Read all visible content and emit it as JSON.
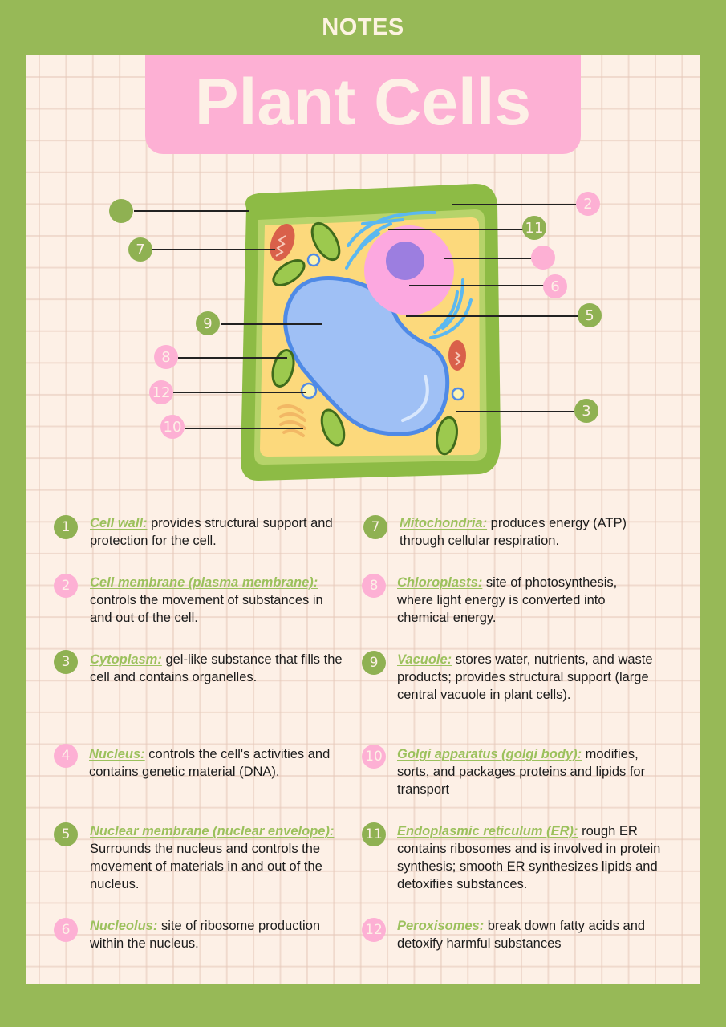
{
  "header": {
    "title": "NOTES"
  },
  "page": {
    "title": "Plant Cells"
  },
  "colors": {
    "background_green": "#97b957",
    "paper": "#fdf0e6",
    "pink": "#fdb0d4",
    "badge_green": "#8fb152",
    "term_green": "#9cc15d",
    "cell_wall": "#8dbb45",
    "cytoplasm": "#fcd97c",
    "vacuole": "#9fc0f5",
    "nucleus": "#fca8e0",
    "nucleolus": "#9c7ee0",
    "er": "#5bb8f0",
    "mitochondria": "#d9604a",
    "chloroplast": "#9cc94e"
  },
  "diagram": {
    "labels": [
      {
        "number": "",
        "color": "green",
        "target": "cell wall"
      },
      {
        "number": "2",
        "color": "pink",
        "target": "cell membrane"
      },
      {
        "number": "11",
        "color": "green",
        "target": "endoplasmic reticulum"
      },
      {
        "number": "",
        "color": "pink",
        "target": "nucleus"
      },
      {
        "number": "6",
        "color": "pink",
        "target": "nucleolus"
      },
      {
        "number": "5",
        "color": "green",
        "target": "nuclear membrane"
      },
      {
        "number": "7",
        "color": "green",
        "target": "mitochondria"
      },
      {
        "number": "9",
        "color": "green",
        "target": "vacuole"
      },
      {
        "number": "8",
        "color": "pink",
        "target": "chloroplast"
      },
      {
        "number": "12",
        "color": "pink",
        "target": "peroxisome"
      },
      {
        "number": "10",
        "color": "pink",
        "target": "golgi apparatus"
      },
      {
        "number": "3",
        "color": "green",
        "target": "cytoplasm"
      }
    ]
  },
  "notes": [
    {
      "number": "1",
      "color": "green",
      "term": "Cell wall:",
      "text": " provides structural support and protection for the cell."
    },
    {
      "number": "2",
      "color": "pink",
      "term": "Cell membrane (plasma membrane):",
      "text": " controls the movement of substances in and out of the cell."
    },
    {
      "number": "3",
      "color": "green",
      "term": "Cytoplasm:",
      "text": " gel-like substance that fills the cell and contains organelles."
    },
    {
      "number": "4",
      "color": "pink",
      "term": "Nucleus:",
      "text": " controls the cell's activities and contains genetic material (DNA)."
    },
    {
      "number": "5",
      "color": "green",
      "term": "Nuclear membrane (nuclear envelope):",
      "text": " Surrounds the nucleus and controls the movement of materials in and out of the nucleus."
    },
    {
      "number": "6",
      "color": "pink",
      "term": "Nucleolus:",
      "text": " site of ribosome production within the nucleus."
    },
    {
      "number": "7",
      "color": "green",
      "term": "Mitochondria:",
      "text": " produces energy (ATP) through cellular respiration."
    },
    {
      "number": "8",
      "color": "pink",
      "term": "Chloroplasts:",
      "text": " site of photosynthesis, where light energy is converted into chemical energy."
    },
    {
      "number": "9",
      "color": "green",
      "term": "Vacuole:",
      "text": " stores water, nutrients, and waste products; provides structural support (large central vacuole in plant cells)."
    },
    {
      "number": "10",
      "color": "pink",
      "term": "Golgi apparatus (golgi body):",
      "text": " modifies, sorts, and packages proteins and lipids for transport"
    },
    {
      "number": "11",
      "color": "green",
      "term": "Endoplasmic reticulum (ER):",
      "text": " rough ER contains ribosomes and is involved in protein synthesis; smooth ER synthesizes lipids and detoxifies substances."
    },
    {
      "number": "12",
      "color": "pink",
      "term": "Peroxisomes:",
      "text": " break down fatty acids and detoxify harmful substances"
    }
  ]
}
